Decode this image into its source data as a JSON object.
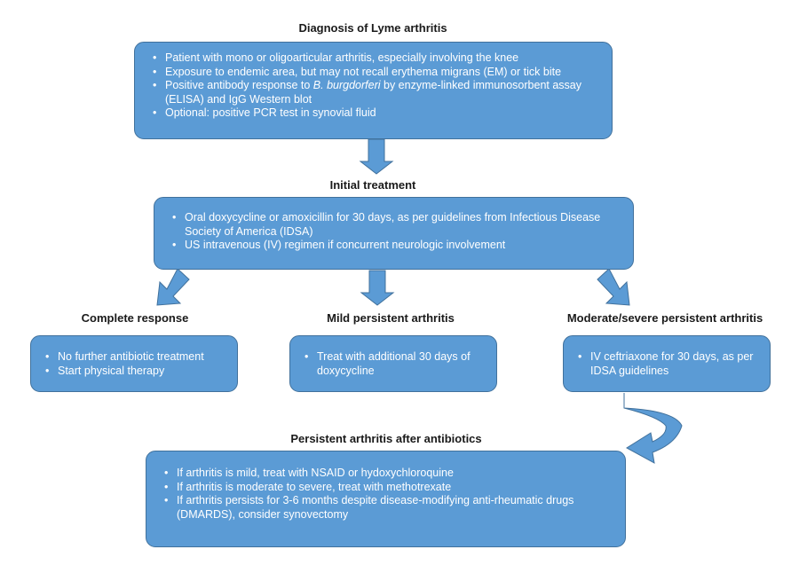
{
  "diagnosis": {
    "title": "Diagnosis of Lyme arthritis",
    "items": [
      "Patient with mono or oligoarticular arthritis, especially involving the knee",
      "Exposure to endemic area, but may not recall erythema migrans (EM) or tick bite",
      "Positive antibody response to B. burgdorferi by enzyme-linked immunosorbent assay (ELISA) and IgG Western blot",
      "Optional: positive PCR test in synovial fluid"
    ],
    "item3_pre": "Positive antibody response to ",
    "item3_italic": "B. burgdorferi",
    "item3_post": " by enzyme-linked immunosorbent assay (ELISA) and IgG Western blot"
  },
  "initial": {
    "title": "Initial treatment",
    "items": [
      "Oral doxycycline or amoxicillin for 30 days, as per guidelines from Infectious Disease Society of America (IDSA)",
      "US intravenous (IV) regimen if concurrent neurologic involvement"
    ]
  },
  "complete": {
    "title": "Complete response",
    "items": [
      "No further antibiotic treatment",
      "Start physical therapy"
    ]
  },
  "mild": {
    "title": "Mild persistent arthritis",
    "items": [
      "Treat with additional 30 days of doxycycline"
    ]
  },
  "severe": {
    "title": "Moderate/severe persistent arthritis",
    "items": [
      "IV ceftriaxone for 30 days, as per IDSA guidelines"
    ]
  },
  "persistent": {
    "title": "Persistent arthritis after antibiotics",
    "items": [
      "If arthritis is mild, treat with NSAID or hydoxychloroquine",
      "If arthritis is moderate to severe, treat with methotrexate",
      "If arthritis persists for 3-6 months despite disease-modifying anti-rheumatic drugs (DMARDS), consider synovectomy"
    ]
  },
  "colors": {
    "box_fill": "#5b9bd5",
    "box_border": "#41719c",
    "text_on_box": "#ffffff"
  }
}
